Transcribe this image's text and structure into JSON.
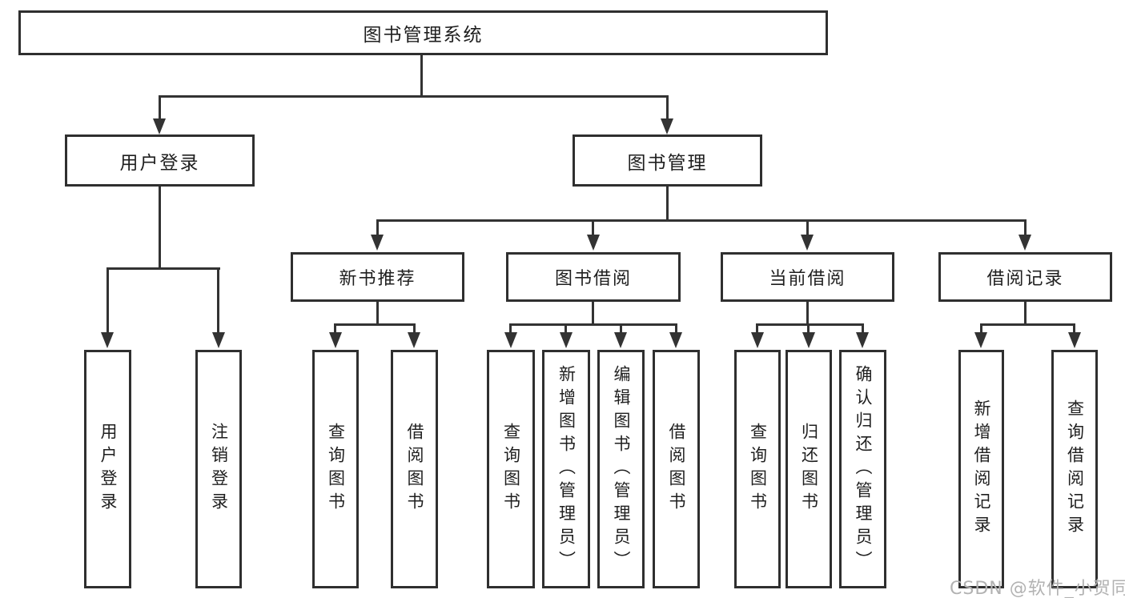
{
  "diagram": {
    "root": "图书管理系统",
    "branches": [
      {
        "label": "用户登录",
        "leaves": [
          "用户登录",
          "注销登录"
        ]
      },
      {
        "label": "图书管理",
        "groups": [
          {
            "label": "新书推荐",
            "leaves": [
              "查询图书",
              "借阅图书"
            ]
          },
          {
            "label": "图书借阅",
            "leaves": [
              "查询图书",
              "新增图书（管理员）",
              "编辑图书（管理员）",
              "借阅图书"
            ]
          },
          {
            "label": "当前借阅",
            "leaves": [
              "查询图书",
              "归还图书",
              "确认归还（管理员）"
            ]
          },
          {
            "label": "借阅记录",
            "leaves": [
              "新增借阅记录",
              "查询借阅记录"
            ]
          }
        ]
      }
    ]
  },
  "watermark": "CSDN @软件_小贺同学",
  "colors": {
    "line": "#333333",
    "border": "#2f2f2f",
    "text": "#1f1f1f",
    "watermark": "#b2b2b2",
    "background": "#ffffff"
  }
}
